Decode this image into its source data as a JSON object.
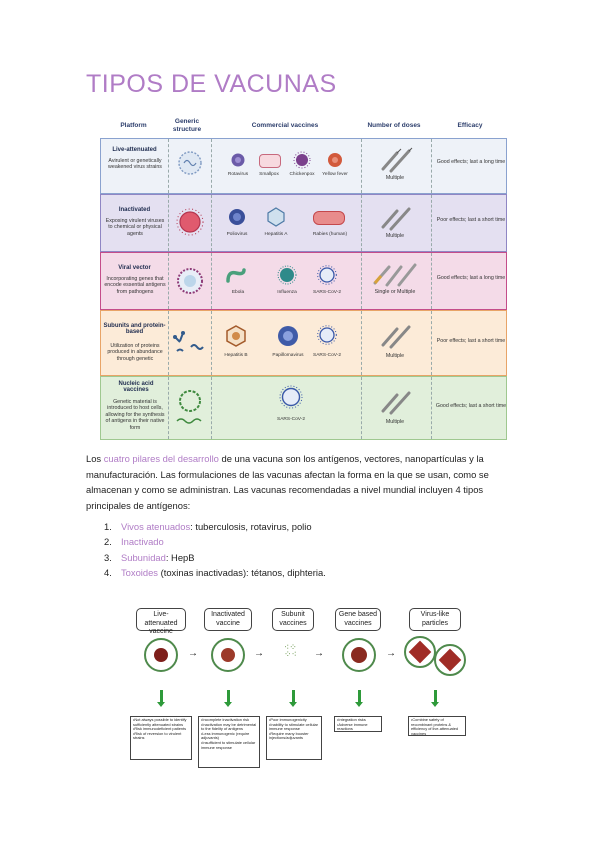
{
  "title": "TIPOS DE VACUNAS",
  "table": {
    "headers": {
      "platform": "Platform",
      "structure": "Generic structure",
      "commercial": "Commercial vaccines",
      "doses": "Number of doses",
      "efficacy": "Efficacy"
    },
    "rows": [
      {
        "name": "Live-attenuated",
        "desc": "Avirulent or genetically weakened virus strains",
        "vaccines": [
          "Rotavirus",
          "Smallpox",
          "Chickenpox",
          "Yellow fever"
        ],
        "doses": "Multiple",
        "efficacy": "Good effects; last a long time",
        "bg": "#eef2f8",
        "border": "#8aa2cf"
      },
      {
        "name": "Inactivated",
        "desc": "Exposing virulent viruses to chemical or physical agents",
        "vaccines": [
          "Poliovirus",
          "Hepatitis A",
          "Rabies (human)"
        ],
        "doses": "Multiple",
        "efficacy": "Poor effects; last a short time",
        "bg": "#e4e0f1",
        "border": "#8f86c4"
      },
      {
        "name": "Viral vector",
        "desc": "Incorporating genes that encode essential antigens from pathogens",
        "vaccines": [
          "Ebola",
          "Influenza",
          "SARS-CoV-2"
        ],
        "doses": "Single or Multiple",
        "efficacy": "Good effects; last a long time",
        "bg": "#f4dbe8",
        "border": "#c44d8a"
      },
      {
        "name": "Subunits and protein-based",
        "desc": "Utilization of proteins produced in abundance through genetic",
        "vaccines": [
          "Hepatitis B",
          "Papillomavirus",
          "SARS-CoV-2"
        ],
        "doses": "Multiple",
        "efficacy": "Poor effects; last a short time",
        "bg": "#fcebd8",
        "border": "#e8a467"
      },
      {
        "name": "Nucleic acid vaccines",
        "desc": "Genetic material is introduced to host cells, allowing for the synthesis of antigens in their native form",
        "vaccines": [
          "SARS-CoV-2"
        ],
        "doses": "Multiple",
        "efficacy": "Good effects; last a short time",
        "bg": "#e1efdb",
        "border": "#9fc890"
      }
    ]
  },
  "paragraph": {
    "p1": "Los ",
    "highlight": "cuatro pilares del desarrollo",
    "p2": " de una vacuna son los antígenos, vectores, nanopartículas y la manufacturación. Las formulaciones de las vacunas afectan la forma en la que se usan, como se almacenan y como se administran. Las vacunas recomendadas a nivel mundial incluyen 4 tipos principales de antígenos:"
  },
  "list": [
    {
      "num": "1.",
      "term": "Vivos atenuados",
      "rest": ": tuberculosis, rotavirus, polio"
    },
    {
      "num": "2.",
      "term": "Inactivado",
      "rest": ""
    },
    {
      "num": "3.",
      "term": "Subunidad",
      "rest": ": HepB"
    },
    {
      "num": "4.",
      "term": "Toxoides",
      "rest": " (toxinas inactivadas): tétanos, diphteria."
    }
  ],
  "figure2": {
    "panels": [
      {
        "label": "Live-attenuated vaccine",
        "notes": [
          "•Not always possible to identify sufficiently attenuated strains",
          "•Risk immunodeficient patients",
          "•Risk of reversion to virulent strains"
        ]
      },
      {
        "label": "Inactivated vaccine",
        "notes": [
          "•Incomplete inactivation risk",
          "•Inactivation may be detrimental to the fidelity of antigens",
          "•Less immunogenic (require adjuvants)",
          "•Insufficient to stimulate cellular immune response"
        ]
      },
      {
        "label": "Subunit vaccines",
        "notes": [
          "•Poor immunogenicity",
          "•Inability to stimulate cellular immune response",
          "•Require many booster injections/adjuvants"
        ]
      },
      {
        "label": "Gene based vaccines",
        "notes": [
          "•Integration risks",
          "•Adverse immune reactions"
        ]
      },
      {
        "label": "Virus-like particles",
        "notes": [
          "•Combine safety of recombinant proteins & efficiency of live-attenuated vaccines"
        ]
      }
    ]
  },
  "colors": {
    "accent": "#b07cc6",
    "arrow": "#2e9a3a"
  }
}
